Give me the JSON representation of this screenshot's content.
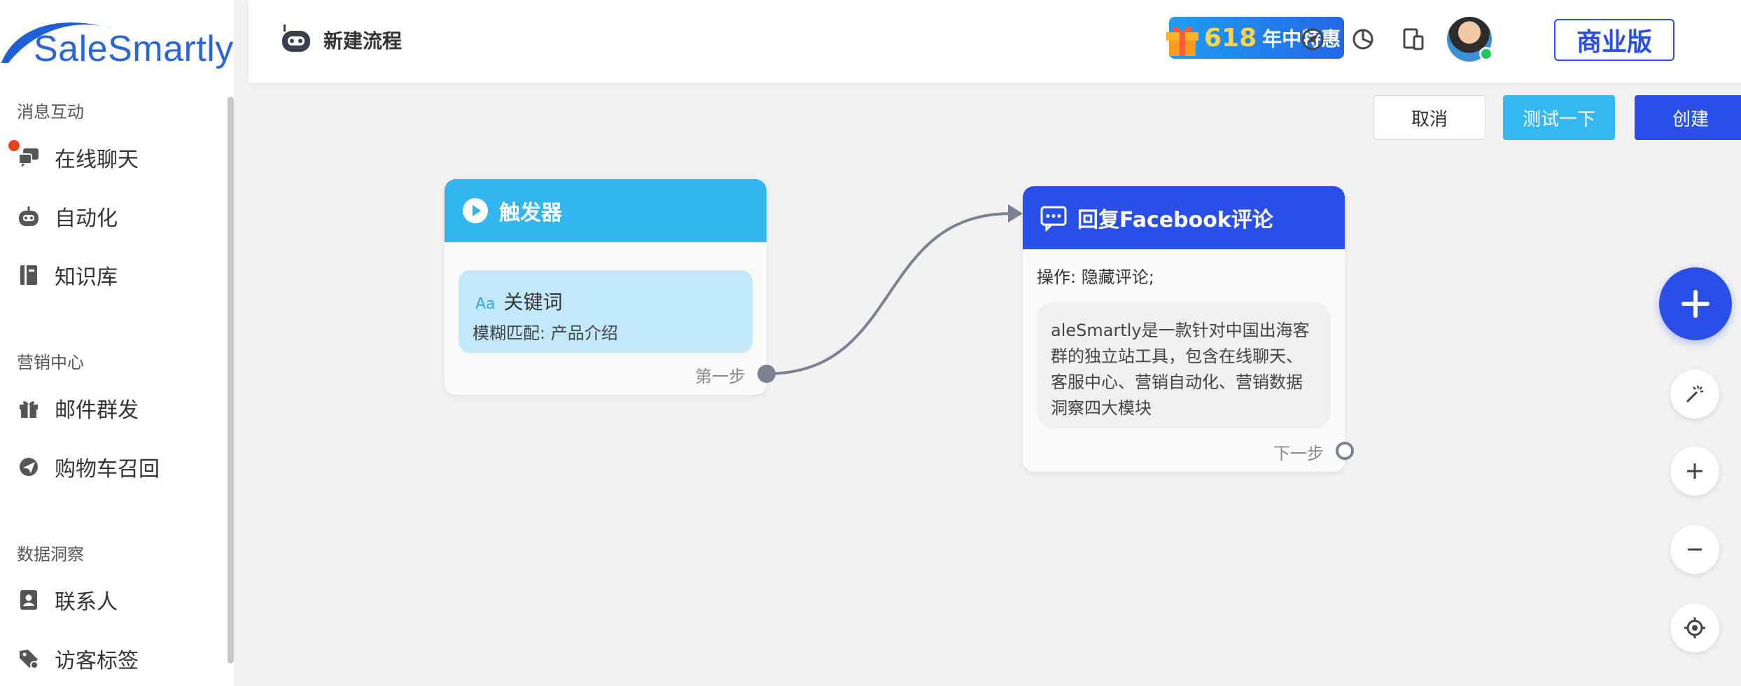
{
  "brand": {
    "name": "SaleSmartly"
  },
  "sidebar": {
    "sections": [
      {
        "label": "消息互动",
        "items": [
          {
            "label": "在线聊天",
            "icon": "chat-icon",
            "has_notification": true
          },
          {
            "label": "自动化",
            "icon": "robot-icon"
          },
          {
            "label": "知识库",
            "icon": "book-icon"
          }
        ]
      },
      {
        "label": "营销中心",
        "items": [
          {
            "label": "邮件群发",
            "icon": "gift-icon"
          },
          {
            "label": "购物车召回",
            "icon": "send-icon"
          }
        ]
      },
      {
        "label": "数据洞察",
        "items": [
          {
            "label": "联系人",
            "icon": "contact-icon"
          },
          {
            "label": "访客标签",
            "icon": "tag-icon"
          }
        ]
      }
    ]
  },
  "header": {
    "title": "新建流程",
    "promo": {
      "number": "618",
      "text": "年中特惠"
    },
    "lang": "CN",
    "plan": "商业版"
  },
  "actions": {
    "cancel": "取消",
    "test": "测试一下",
    "create": "创建"
  },
  "flow": {
    "trigger": {
      "title": "触发器",
      "keyword_icon": "Aa",
      "keyword_title": "关键词",
      "keyword_detail": "模糊匹配: 产品介绍",
      "step_label": "第一步"
    },
    "reply": {
      "title": "回复Facebook评论",
      "operation": "操作: 隐藏评论;",
      "message": "aleSmartly是一款针对中国出海客群的独立站工具，包含在线聊天、客服中心、营销自动化、营销数据洞察四大模块",
      "step_label": "下一步"
    }
  },
  "colors": {
    "primary": "#2a4ee8",
    "trigger": "#33b5ef",
    "test_button": "#35b8f2",
    "notification": "#e8431e"
  }
}
